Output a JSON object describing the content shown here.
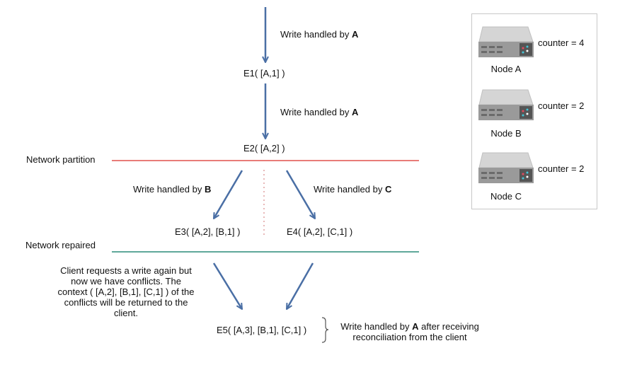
{
  "events": {
    "e1": "E1( [A,1] )",
    "e2": "E2( [A,2] )",
    "e3": "E3( [A,2], [B,1] )",
    "e4": "E4( [A,2], [C,1] )",
    "e5": "E5( [A,3], [B,1], [C,1] )"
  },
  "writes": {
    "w1": {
      "prefix": "Write handled by ",
      "node": "A"
    },
    "w2": {
      "prefix": "Write handled by ",
      "node": "A"
    },
    "w3": {
      "prefix": "Write handled by ",
      "node": "B"
    },
    "w4": {
      "prefix": "Write handled by ",
      "node": "C"
    },
    "w5": {
      "prefix": "Write handled by ",
      "node": "A",
      "suffix": " after receiving",
      "line2": "reconciliation from the client"
    }
  },
  "labels": {
    "partition": "Network partition",
    "repaired": "Network repaired"
  },
  "client_note": [
    "Client requests a write again but",
    "now we have conflicts. The",
    "context ( [A,2], [B,1], [C,1] ) of the",
    "conflicts will be returned to the",
    "client."
  ],
  "nodes": [
    {
      "name": "Node A",
      "counter": "counter = 4"
    },
    {
      "name": "Node B",
      "counter": "counter = 2"
    },
    {
      "name": "Node C",
      "counter": "counter = 2"
    }
  ],
  "colors": {
    "arrow": "#4a6fa5",
    "partition_line": "#e87c78",
    "repaired_line": "#5fa89a",
    "divider": "#e0a0a0"
  },
  "icons": {
    "server": "server-icon",
    "brace": "curly-brace-icon"
  }
}
